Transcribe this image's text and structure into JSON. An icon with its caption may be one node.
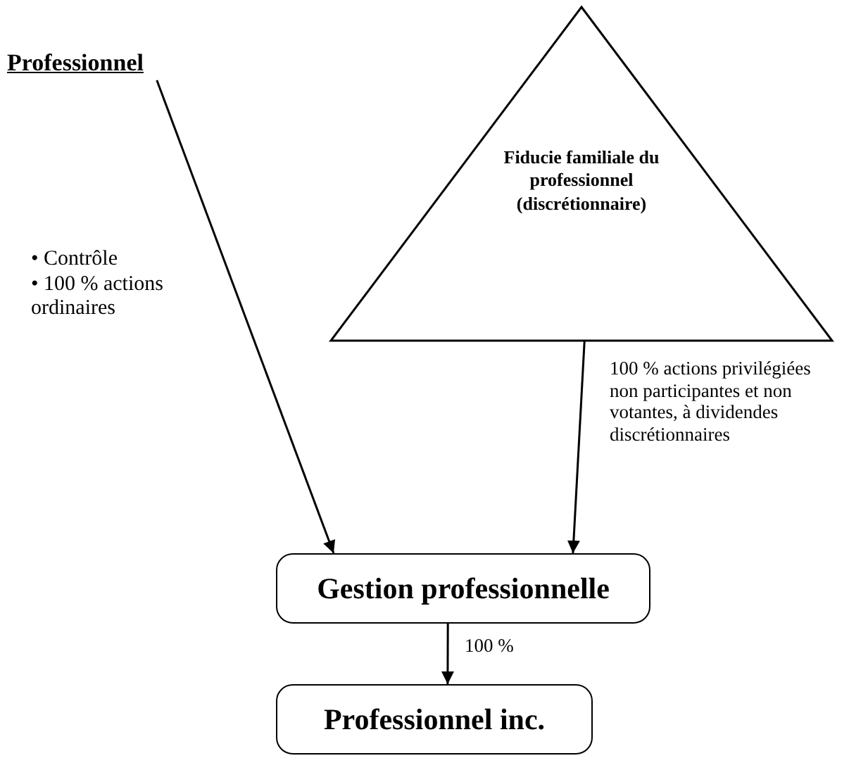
{
  "diagram": {
    "nodes": [
      {
        "text": [
          "Professionnel"
        ]
      },
      {
        "text": [
          "Fiducie familiale du professionnel (discrétionnaire)"
        ]
      },
      {
        "text": [
          "Gestion professionnelle"
        ]
      },
      {
        "text": [
          "Professionnel inc."
        ]
      }
    ],
    "edges": [
      {
        "from": 0,
        "to": 2,
        "arrow": "to"
      },
      {
        "from": 1,
        "to": 2,
        "arrow": "to",
        "label": "100 % actions privilégiées non participantes et non votantes, à dividendes discrétionnaires"
      },
      {
        "from": 2,
        "to": 3,
        "arrow": "to",
        "label": "100 %"
      }
    ],
    "labels": [
      "• Contrôle",
      "• 100 % actions ordinaires"
    ]
  }
}
